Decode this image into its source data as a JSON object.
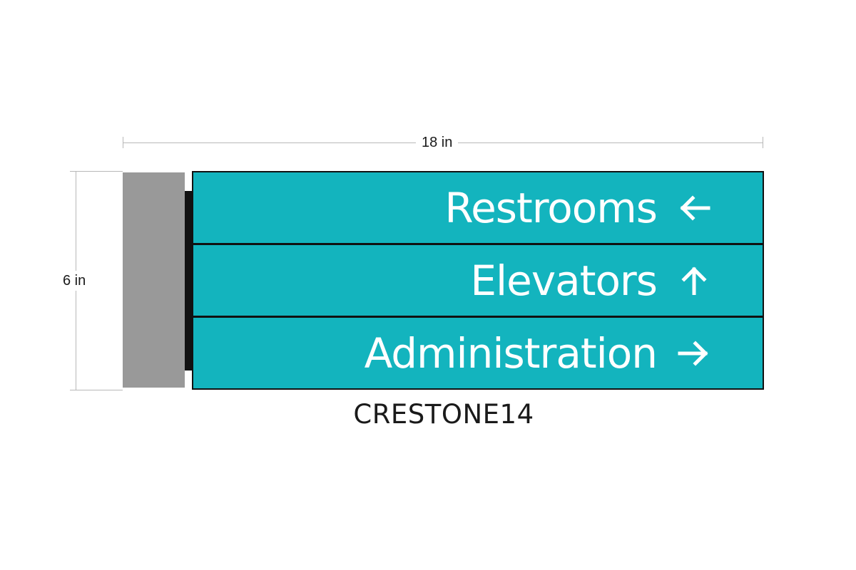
{
  "dimensions": {
    "width_label": "18 in",
    "height_label": "6 in"
  },
  "sign": {
    "panels": [
      {
        "label": "Restrooms",
        "arrow": "arrow-left"
      },
      {
        "label": "Elevators",
        "arrow": "arrow-up"
      },
      {
        "label": "Administration",
        "arrow": "arrow-right"
      }
    ],
    "panel_color": "#13b4be",
    "mount_color": "#999999"
  },
  "caption": "CRESTONE14"
}
